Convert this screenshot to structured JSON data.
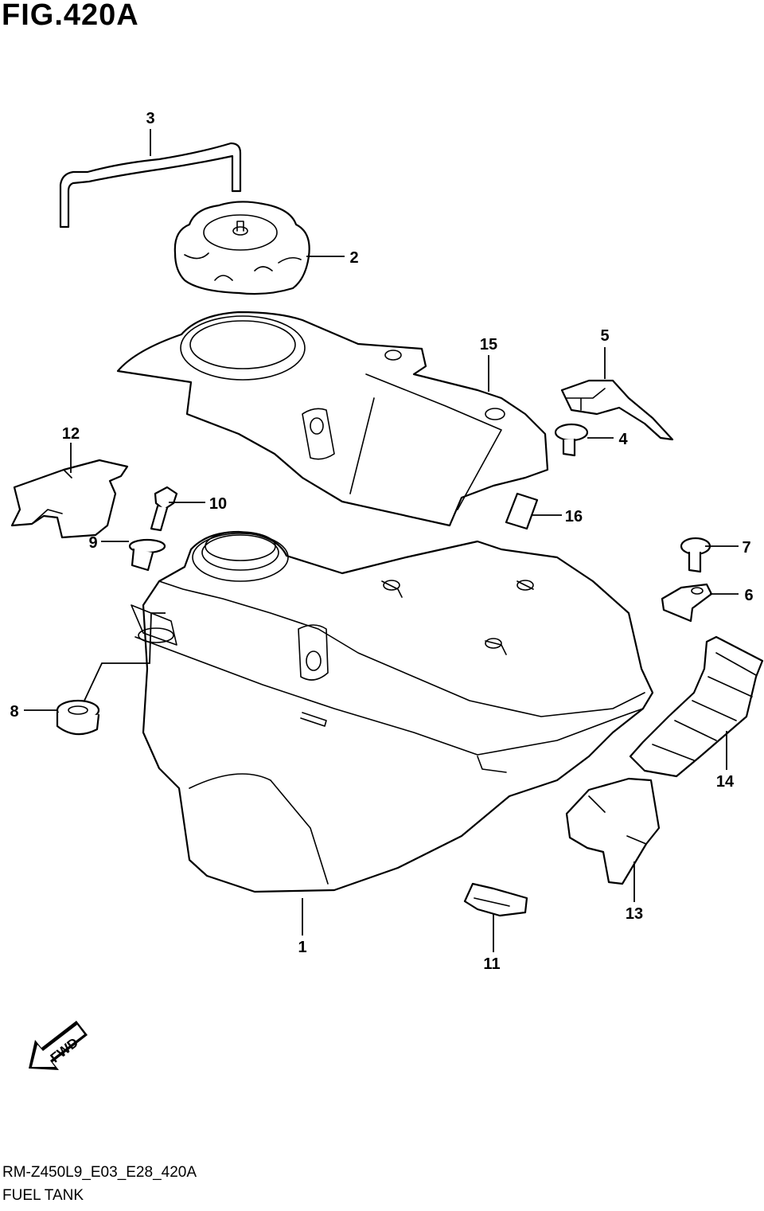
{
  "figure": {
    "title": "FIG.420A",
    "code": "RM-Z450L9_E03_E28_420A",
    "name": "FUEL TANK",
    "direction_label": "FWD"
  },
  "callouts": [
    "1",
    "2",
    "3",
    "4",
    "5",
    "6",
    "7",
    "8",
    "9",
    "10",
    "11",
    "12",
    "13",
    "14",
    "15",
    "16"
  ]
}
